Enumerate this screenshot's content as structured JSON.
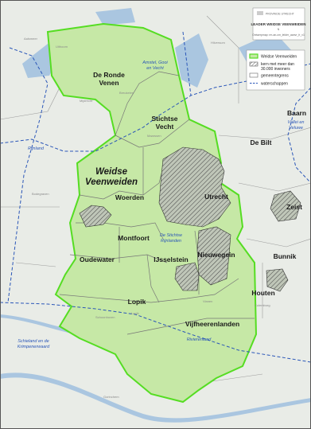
{
  "title_block": {
    "logo_text": "PROVINCIE UTRECHT",
    "title": "LEADER WEIDSE VEENWEIDEN",
    "scale_text": "N",
    "source_text": "Ontwerpmap: rm-an-cm_lelder_aanvr_fr_v1"
  },
  "legend": {
    "items": [
      {
        "label": "Weidse Veenweiden",
        "symbol": "green-outline"
      },
      {
        "label": "kern met meer dan",
        "label2": "30.000 inwoners",
        "symbol": "hatch"
      },
      {
        "label": "gemeentegrens",
        "symbol": "grey-outline"
      },
      {
        "label": "waterschappen",
        "symbol": "blue-dash"
      }
    ]
  },
  "region": {
    "name_line1": "Weidse",
    "name_line2": "Veenweiden"
  },
  "municipalities": {
    "de_ronde_venen_1": "De Ronde",
    "de_ronde_venen_2": "Venen",
    "stichtse_vecht_1": "Stichtse",
    "stichtse_vecht_2": "Vecht",
    "woerden": "Woerden",
    "utrecht": "Utrecht",
    "montfoort": "Montfoort",
    "oudewater": "Oudewater",
    "ijsselstein": "IJsselstein",
    "nieuwegein": "Nieuwegein",
    "lopik": "Lopik",
    "vijfheerenlanden": "Vijfheerenlanden",
    "de_bilt": "De Bilt",
    "baarn": "Baarn",
    "zeist": "Zeist",
    "bunnik": "Bunnik",
    "houten": "Houten"
  },
  "waterboards": {
    "amstel_1": "Amstel, Gooi",
    "amstel_2": "en Vecht",
    "rijnland": "Rijnland",
    "stichtse_rijnlanden_1": "De Stichtse",
    "stichtse_rijnlanden_2": "Rijnlanden",
    "vallei_1": "Vallei en",
    "vallei_2": "Veluwe",
    "schieland_1": "Schieland en de",
    "schieland_2": "Krimpenerwaard",
    "rivierenland": "Rivierenland"
  },
  "places": {
    "aalsmeer": "Aalsmeer",
    "uithoorn": "Uithoorn",
    "mijdrecht": "Mijdrecht",
    "breukelen": "Breukelen",
    "bodegraven": "Bodegraven",
    "schoonhoven": "Schoonhoven",
    "lopik": "Lopik",
    "culemborg": "Culemborg",
    "vianen": "Vianen",
    "hilversum": "Hilversum",
    "maarssen": "Maarssen",
    "gorinchem": "Gorinchem"
  },
  "colors": {
    "region_fill": "#c6e8a6",
    "region_border": "#55dd22",
    "muni_border": "#777777",
    "waterboard_line": "#2a56b8",
    "water": "#aac6e0",
    "background": "#e9ece7"
  }
}
